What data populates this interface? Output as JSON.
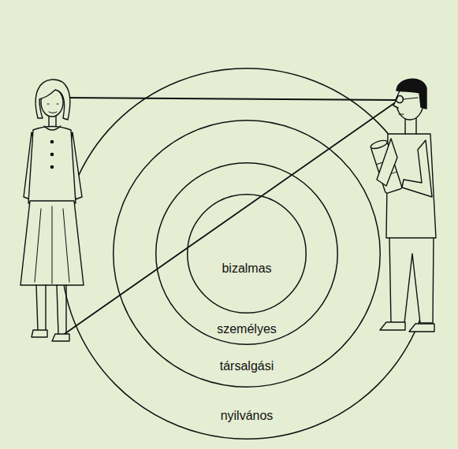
{
  "diagram": {
    "nodes": [
      {
        "text": [
          "nyilvános"
        ]
      },
      {
        "text": [
          "társalgási"
        ],
        "in": 0
      },
      {
        "text": [
          "személyes"
        ],
        "in": 1
      },
      {
        "text": [
          "bizalmas"
        ],
        "in": 2
      }
    ]
  }
}
